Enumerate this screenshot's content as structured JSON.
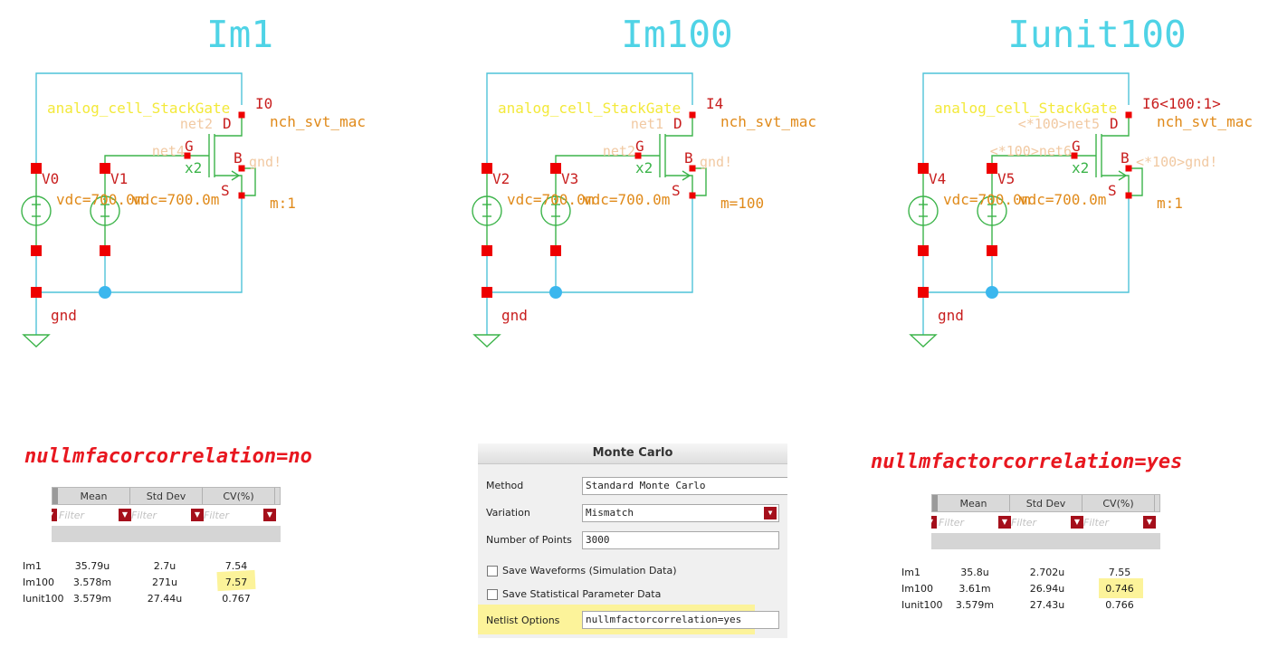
{
  "schematics": [
    {
      "title": "Im1",
      "cell": "analog_cell_StackGate",
      "instance": "I0",
      "model": "nch_svt_mac",
      "mult": "m:1",
      "vsrc1": "V0",
      "vsrc2": "V1",
      "vdc": "vdc=700.0m",
      "gnd": "gnd",
      "net_d": "net2",
      "net_g": "net4",
      "net_b": "gnd!",
      "fingers": "x2",
      "pin_d": "D",
      "pin_g": "G",
      "pin_b": "B",
      "pin_s": "S"
    },
    {
      "title": "Im100",
      "cell": "analog_cell_StackGate",
      "instance": "I4",
      "model": "nch_svt_mac",
      "mult": "m=100",
      "vsrc1": "V2",
      "vsrc2": "V3",
      "vdc": "vdc=700.0m",
      "gnd": "gnd",
      "net_d": "net1",
      "net_g": "net2",
      "net_b": "gnd!",
      "fingers": "x2",
      "pin_d": "D",
      "pin_g": "G",
      "pin_b": "B",
      "pin_s": "S"
    },
    {
      "title": "Iunit100",
      "cell": "analog_cell_StackGate",
      "instance": "I6<100:1>",
      "model": "nch_svt_mac",
      "mult": "m:1",
      "vsrc1": "V4",
      "vsrc2": "V5",
      "vdc": "vdc=700.0m",
      "gnd": "gnd",
      "net_d": "<*100>net5",
      "net_g": "<*100>net6",
      "net_b": "<*100>gnd!",
      "fingers": "x2",
      "pin_d": "D",
      "pin_g": "G",
      "pin_b": "B",
      "pin_s": "S"
    }
  ],
  "left_results": {
    "heading": "nullmfacorcorrelation=no",
    "columns": [
      "Mean",
      "Std Dev",
      "CV(%)"
    ],
    "filter_placeholder": "Filter",
    "rows": [
      {
        "name": "Im1",
        "mean": "35.79u",
        "std": "2.7u",
        "cv": "7.54"
      },
      {
        "name": "Im100",
        "mean": "3.578m",
        "std": "271u",
        "cv": "7.57"
      },
      {
        "name": "Iunit100",
        "mean": "3.579m",
        "std": "27.44u",
        "cv": "0.767"
      }
    ]
  },
  "right_results": {
    "heading": "nullmfactorcorrelation=yes",
    "columns": [
      "Mean",
      "Std Dev",
      "CV(%)"
    ],
    "filter_placeholder": "Filter",
    "rows": [
      {
        "name": "Im1",
        "mean": "35.8u",
        "std": "2.702u",
        "cv": "7.55"
      },
      {
        "name": "Im100",
        "mean": "3.61m",
        "std": "26.94u",
        "cv": "0.746"
      },
      {
        "name": "Iunit100",
        "mean": "3.579m",
        "std": "27.43u",
        "cv": "0.766"
      }
    ]
  },
  "monte_carlo": {
    "title": "Monte Carlo",
    "method_label": "Method",
    "method_value": "Standard Monte Carlo",
    "variation_label": "Variation",
    "variation_value": "Mismatch",
    "points_label": "Number of Points",
    "points_value": "3000",
    "save_waveforms_label": "Save Waveforms (Simulation Data)",
    "save_stats_label": "Save Statistical Parameter Data",
    "netlist_label": "Netlist Options",
    "netlist_value": "nullmfactorcorrelation=yes"
  },
  "colors": {
    "wire": "#4fc3d8",
    "title": "#4fd3e6",
    "highlight": "#fcf39a",
    "heading": "#e8171f"
  }
}
